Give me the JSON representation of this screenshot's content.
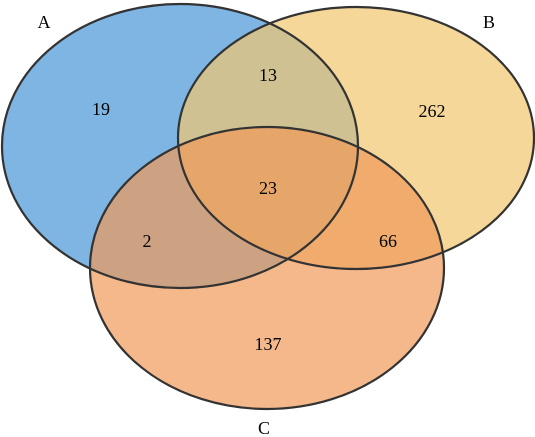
{
  "sets": [
    {
      "label": "A",
      "color": "#5EA2DC"
    },
    {
      "label": "B",
      "color": "#F2C66F"
    },
    {
      "label": "C",
      "color": "#F09A5A"
    }
  ],
  "regions": {
    "a_only": "19",
    "ab_only": "13",
    "b_only": "262",
    "abc": "23",
    "ac_only": "2",
    "bc_only": "66",
    "c_only": "137"
  },
  "outline_color": "#333333"
}
